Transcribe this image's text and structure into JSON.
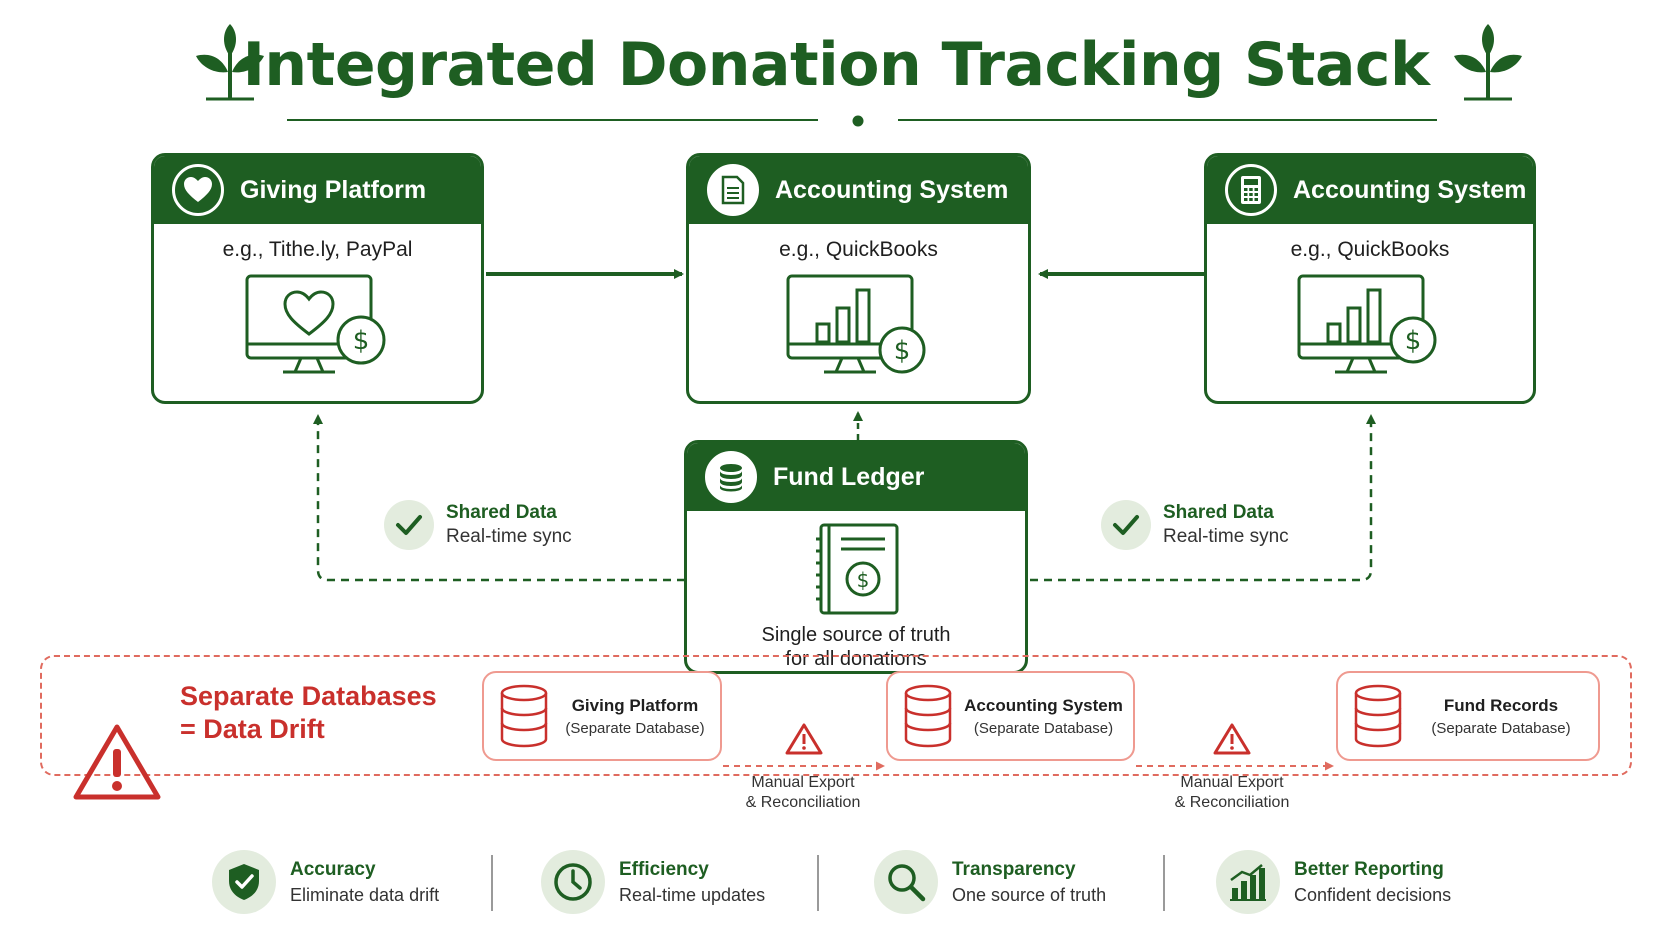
{
  "title": "Integrated Donation Tracking Stack",
  "colors": {
    "brand_green": "#1e5e22",
    "alert_red": "#c9302c",
    "soft_green": "#e3ecde",
    "soft_red": "#ef9a90"
  },
  "top_boxes": [
    {
      "title": "Giving Platform",
      "subtitle": "e.g., Tithe.ly, PayPal",
      "head_icon": "heart-icon",
      "art": "monitor-heart-dollar-icon"
    },
    {
      "title": "Accounting System",
      "subtitle": "e.g., QuickBooks",
      "head_icon": "document-icon",
      "art": "monitor-chart-dollar-icon"
    },
    {
      "title": "Accounting System",
      "subtitle": "e.g., QuickBooks",
      "head_icon": "calculator-icon",
      "art": "monitor-chart-dollar-icon"
    }
  ],
  "fund_ledger": {
    "title": "Fund Ledger",
    "head_icon": "database-icon",
    "art": "ledger-book-icon",
    "line1": "Single source of truth",
    "line2": "for all donations"
  },
  "shared_notes": [
    {
      "title": "Shared Data",
      "subtitle": "Real-time sync"
    },
    {
      "title": "Shared Data",
      "subtitle": "Real-time sync"
    }
  ],
  "drift": {
    "line1": "Separate Databases",
    "line2": "= Data Drift",
    "databases": [
      {
        "name": "Giving Platform",
        "sub": "(Separate Database)"
      },
      {
        "name": "Accounting System",
        "sub": "(Separate Database)"
      },
      {
        "name": "Fund Records",
        "sub": "(Separate Database)"
      }
    ],
    "manual_steps": [
      {
        "line1": "Manual Export",
        "line2": "& Reconciliation"
      },
      {
        "line1": "Manual Export",
        "line2": "& Reconciliation"
      }
    ]
  },
  "benefits": [
    {
      "title": "Accuracy",
      "sub": "Eliminate data drift",
      "icon": "shield-check-icon"
    },
    {
      "title": "Efficiency",
      "sub": "Real-time updates",
      "icon": "clock-icon"
    },
    {
      "title": "Transparency",
      "sub": "One source of truth",
      "icon": "magnifier-icon"
    },
    {
      "title": "Better Reporting",
      "sub": "Confident decisions",
      "icon": "bar-chart-icon"
    }
  ]
}
